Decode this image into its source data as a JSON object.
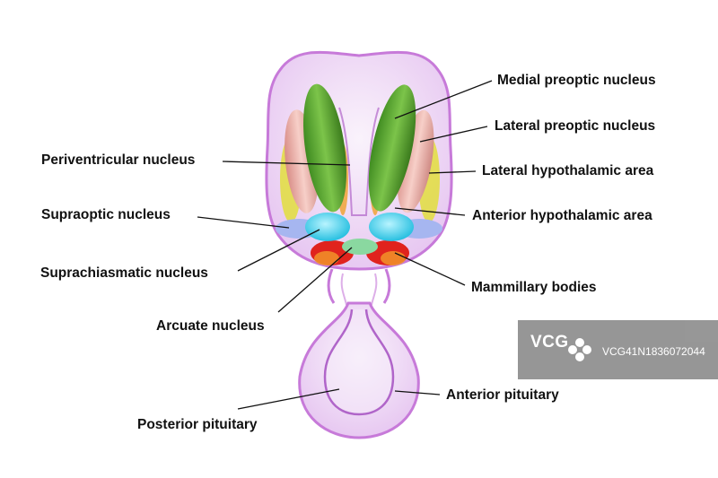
{
  "labels": {
    "medial_preoptic": "Medial preoptic nucleus",
    "lateral_preoptic": "Lateral preoptic nucleus",
    "lateral_hypothalamic": "Lateral hypothalamic area",
    "anterior_hypothalamic": "Anterior hypothalamic area",
    "periventricular": "Periventricular nucleus",
    "supraoptic": "Supraoptic nucleus",
    "suprachiasmatic": "Suprachiasmatic nucleus",
    "arcuate": "Arcuate nucleus",
    "mammillary": "Mammillary bodies",
    "anterior_pituitary": "Anterior pituitary",
    "posterior_pituitary": "Posterior pituitary"
  },
  "watermark": {
    "logo": "VCG",
    "id_text": "VCG41N1836072044"
  },
  "colors": {
    "medial_preoptic": "#4e9a2a",
    "lateral_preoptic": "#e8a7a0",
    "lateral_hypothalamic": "#d9d93a",
    "supraoptic": "#a6b6f0",
    "suprachiasmatic": "#4fd8f0",
    "mammillary": "#e0231d",
    "arcuate": "#8ad8a0",
    "outline": "#c070d8"
  }
}
